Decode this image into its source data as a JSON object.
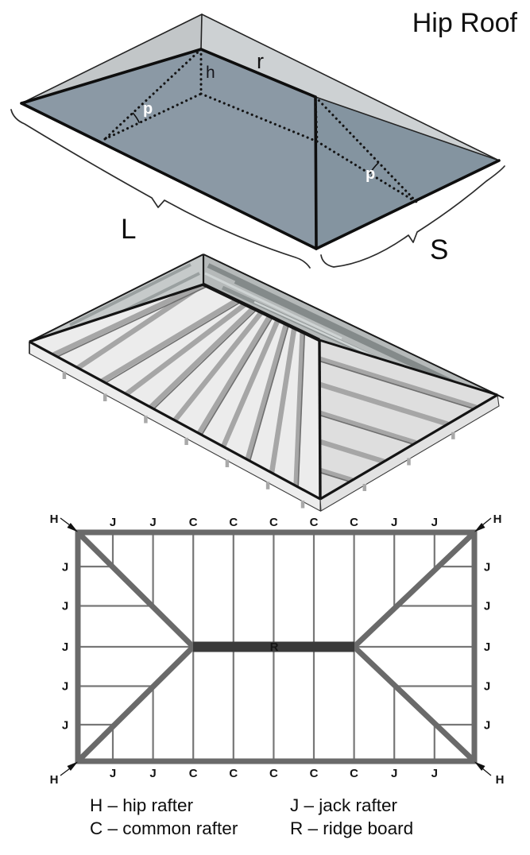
{
  "title": "Hip Roof",
  "diagram_3d": {
    "ridge_label": "r",
    "height_label": "h",
    "pitch_angle_label_left": "p",
    "pitch_angle_label_right": "p",
    "length_label": "L",
    "side_label": "S"
  },
  "plan": {
    "top_labels": [
      "J",
      "J",
      "C",
      "C",
      "C",
      "C",
      "C",
      "J",
      "J"
    ],
    "bottom_labels": [
      "J",
      "J",
      "C",
      "C",
      "C",
      "C",
      "C",
      "J",
      "J"
    ],
    "left_labels": [
      "J",
      "J",
      "J",
      "J",
      "J"
    ],
    "right_labels": [
      "J",
      "J",
      "J",
      "J",
      "J"
    ],
    "corner_label_top_left": "H",
    "corner_label_top_right": "H",
    "corner_label_bottom_left": "H",
    "corner_label_bottom_right": "H",
    "ridge_board_label": "R"
  },
  "legend": {
    "items": [
      "H – hip rafter",
      "J – jack rafter",
      "C – common rafter",
      "R – ridge board"
    ]
  },
  "colors": {
    "roof_slope_front": "#8b99a5",
    "roof_slope_side": "#8494a0",
    "roof_back_gray": "#cdd1d3",
    "roof_left_sliver_gray": "#c2c6c8",
    "framing_face": "#ececec",
    "rafter_beam_gray": "#a9a9a9",
    "plan_line_gray": "#6a6a6a",
    "ridge_board_dark": "#3a3a3a",
    "label_white": "#ffffff",
    "text_black": "#111111"
  }
}
